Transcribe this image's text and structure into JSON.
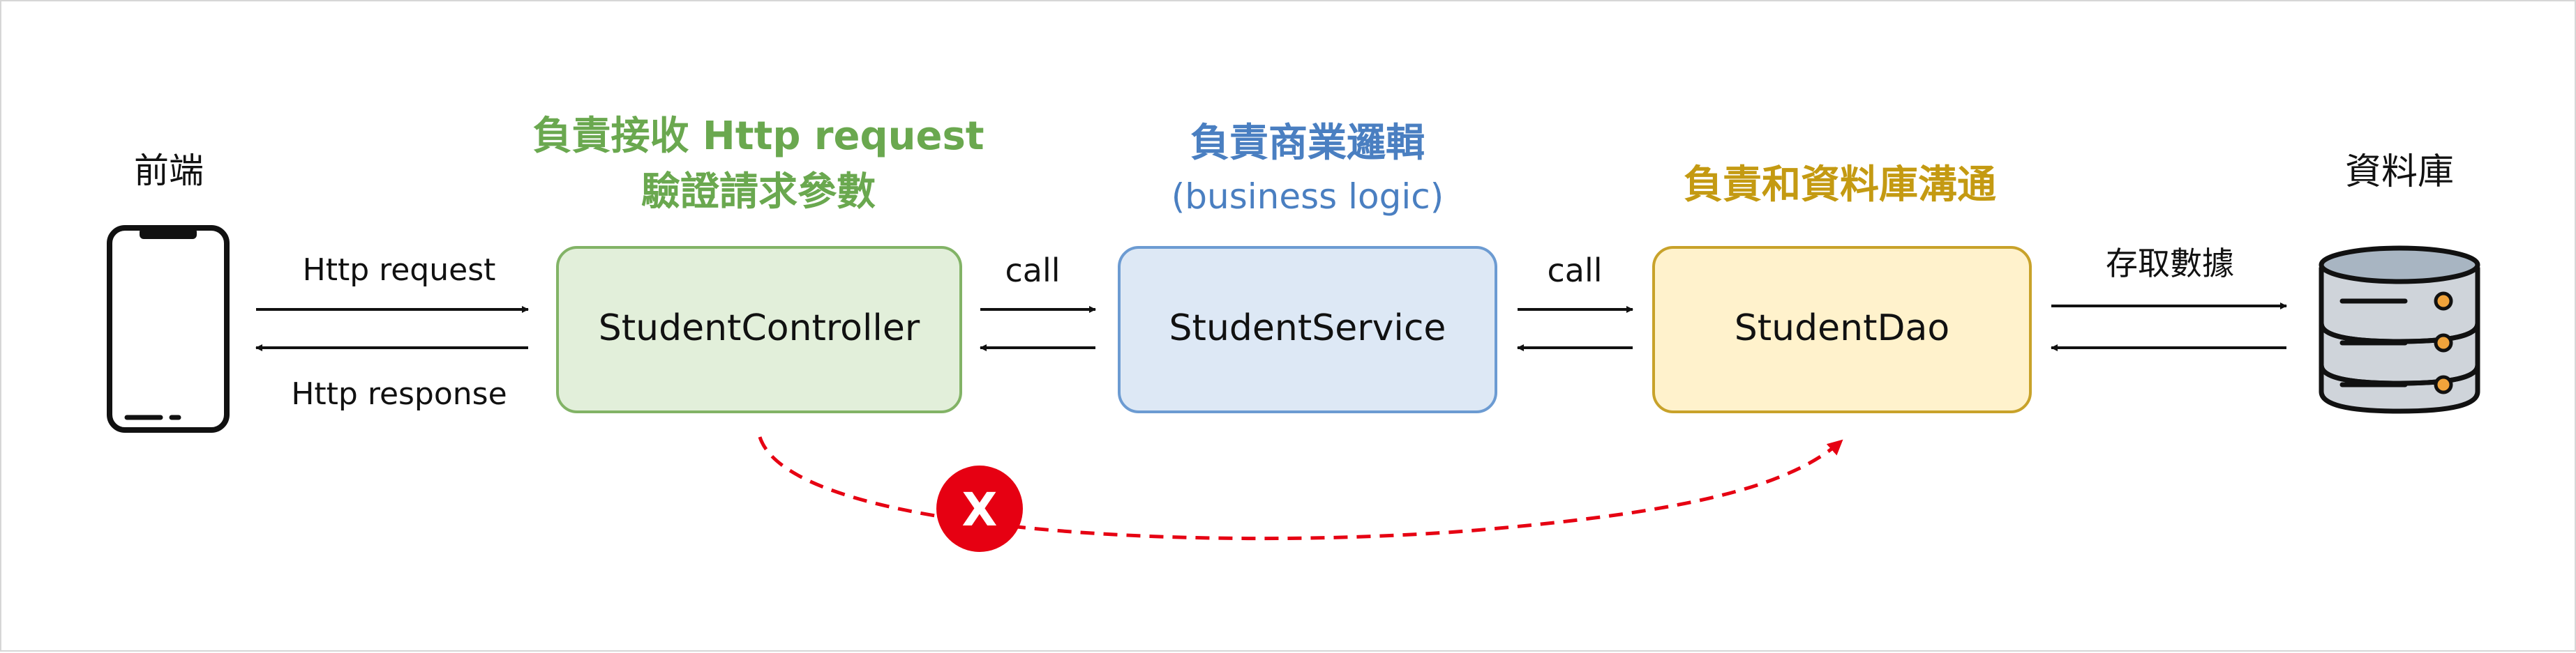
{
  "labels": {
    "frontend": "前端",
    "database": "資料庫",
    "controller_role_line1": "負責接收 Http request",
    "controller_role_line2": "驗證請求參數",
    "service_role_line1": "負責商業邏輯",
    "service_role_line2": "(business logic)",
    "dao_role": "負責和資料庫溝通",
    "http_request": "Http request",
    "http_response": "Http response",
    "call_1": "call",
    "call_2": "call",
    "db_access": "存取數據",
    "forbidden_mark": "X"
  },
  "boxes": {
    "controller": "StudentController",
    "service": "StudentService",
    "dao": "StudentDao"
  },
  "colors": {
    "controller_fill": "#e2efda",
    "controller_border": "#82b366",
    "controller_title": "#6aa84f",
    "service_fill": "#dde8f5",
    "service_border": "#6c9bd2",
    "service_title": "#4a7fc1",
    "dao_fill": "#fff2cc",
    "dao_border": "#c8a22a",
    "dao_title": "#c49a12",
    "forbidden": "#e60012",
    "arrow": "#111111"
  },
  "icons": {
    "frontend": "smartphone-icon",
    "database": "database-server-icon"
  }
}
